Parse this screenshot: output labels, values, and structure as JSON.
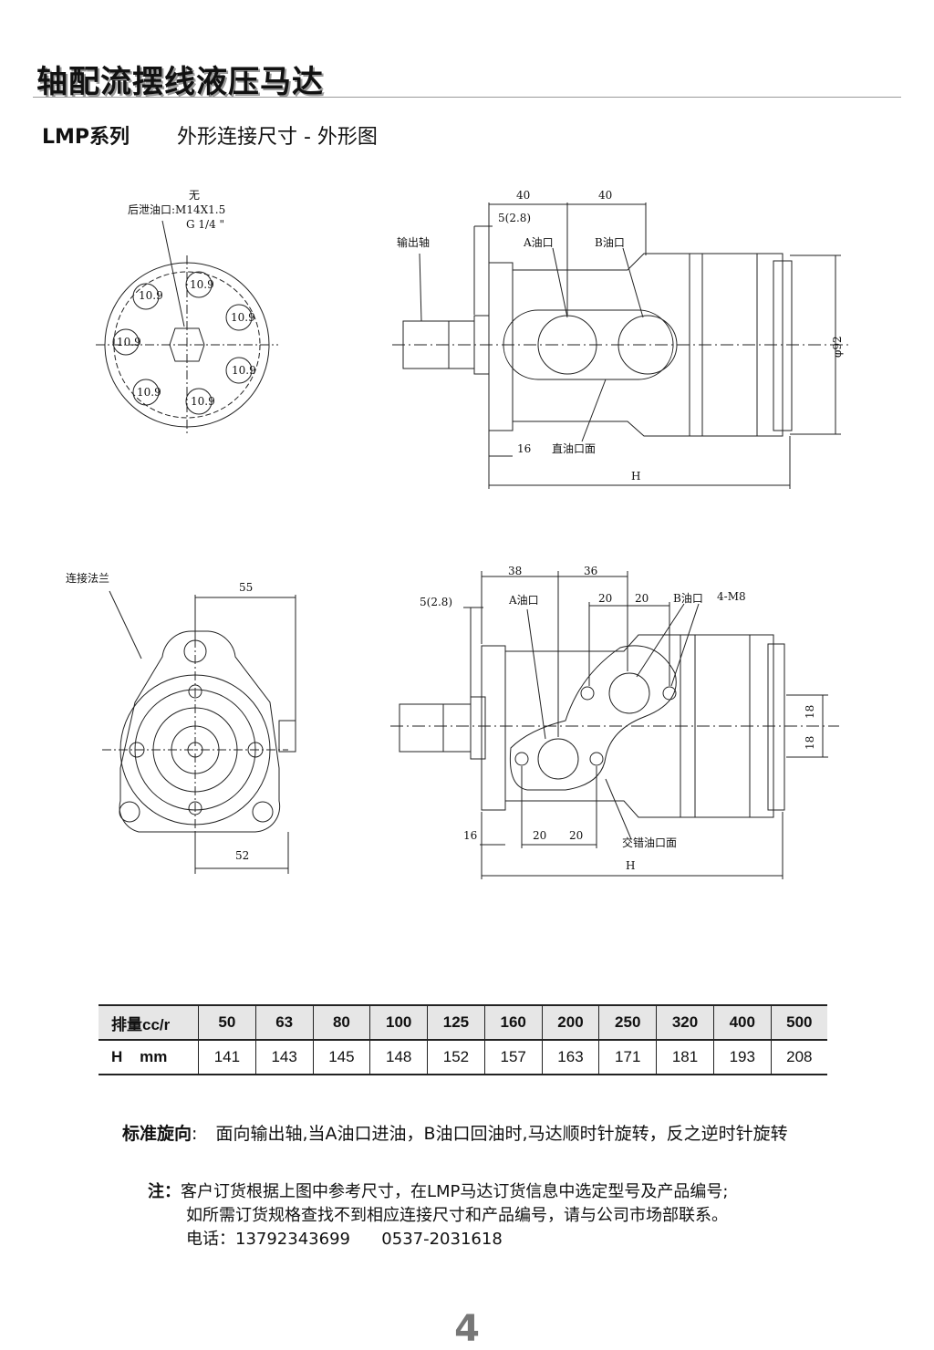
{
  "header": {
    "title": "轴配流摆线液压马达",
    "series": "LMP系列",
    "subtitle": "外形连接尺寸 - 外形图"
  },
  "drawing_labels": {
    "top_left": {
      "line1": "无",
      "line2": "后泄油口:M14X1.5",
      "line3": "G 1/4 \"",
      "bolt": "10.9"
    },
    "top_right": {
      "dim_40a": "40",
      "dim_40b": "40",
      "dim_5": "5(2.8)",
      "shaft": "输出轴",
      "port_a": "A油口",
      "port_b": "B油口",
      "dim_16": "16",
      "face": "直油口面",
      "dim_h": "H",
      "dia92": "φ92"
    },
    "bottom_left": {
      "flange": "连接法兰",
      "dim_55": "55",
      "dim_52": "52"
    },
    "bottom_right": {
      "dim_38": "38",
      "dim_36": "36",
      "dim_5": "5(2.8)",
      "port_a": "A油口",
      "dim_20a": "20",
      "dim_20b": "20",
      "port_b": "B油口",
      "m8": "4-M8",
      "dim_18a": "18",
      "dim_18b": "18",
      "dim_16": "16",
      "dim_20c": "20",
      "dim_20d": "20",
      "face": "交错油口面",
      "dim_h": "H"
    }
  },
  "table": {
    "header": [
      "排量cc/r",
      "50",
      "63",
      "80",
      "100",
      "125",
      "160",
      "200",
      "250",
      "320",
      "400",
      "500"
    ],
    "row": [
      "H    mm",
      "141",
      "143",
      "145",
      "148",
      "152",
      "157",
      "163",
      "171",
      "181",
      "193",
      "208"
    ]
  },
  "rotation": {
    "label": "标准旋向",
    "colon": ":",
    "text": "面向输出轴,当A油口进油，B油口回油时,马达顺时针旋转，反之逆时针旋转"
  },
  "note": {
    "label": "注：",
    "line1": "客户订货根据上图中参考尺寸，在LMP马达订货信息中选定型号及产品编号;",
    "line2": "如所需订货规格查找不到相应连接尺寸和产品编号，请与公司市场部联系。",
    "line3": "电话：13792343699      0537-2031618"
  },
  "page_number": "4"
}
